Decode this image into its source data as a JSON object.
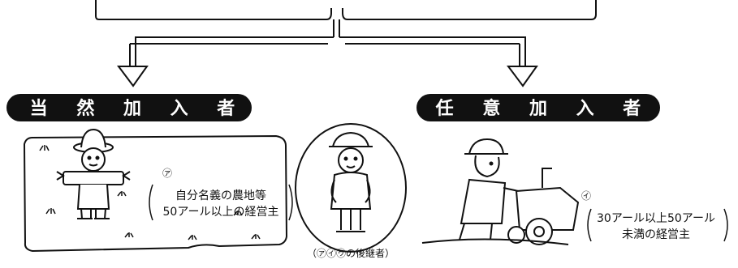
{
  "mandatory": {
    "title": "当 然 加 入 者",
    "mark": "㋐",
    "caption_line1": "自分名義の農地等",
    "caption_line2": "50アール以上の経営主"
  },
  "successor": {
    "caption": "（㋐㋑㋒の後継者）"
  },
  "optional": {
    "title": "任 意 加 入 者",
    "mark": "㋑",
    "caption_line1": "30アール以上50アール",
    "caption_line2": "未満の経営主"
  },
  "colors": {
    "line": "#111111",
    "pill": "#111111",
    "pill_text": "#ffffff",
    "background": "#ffffff"
  }
}
